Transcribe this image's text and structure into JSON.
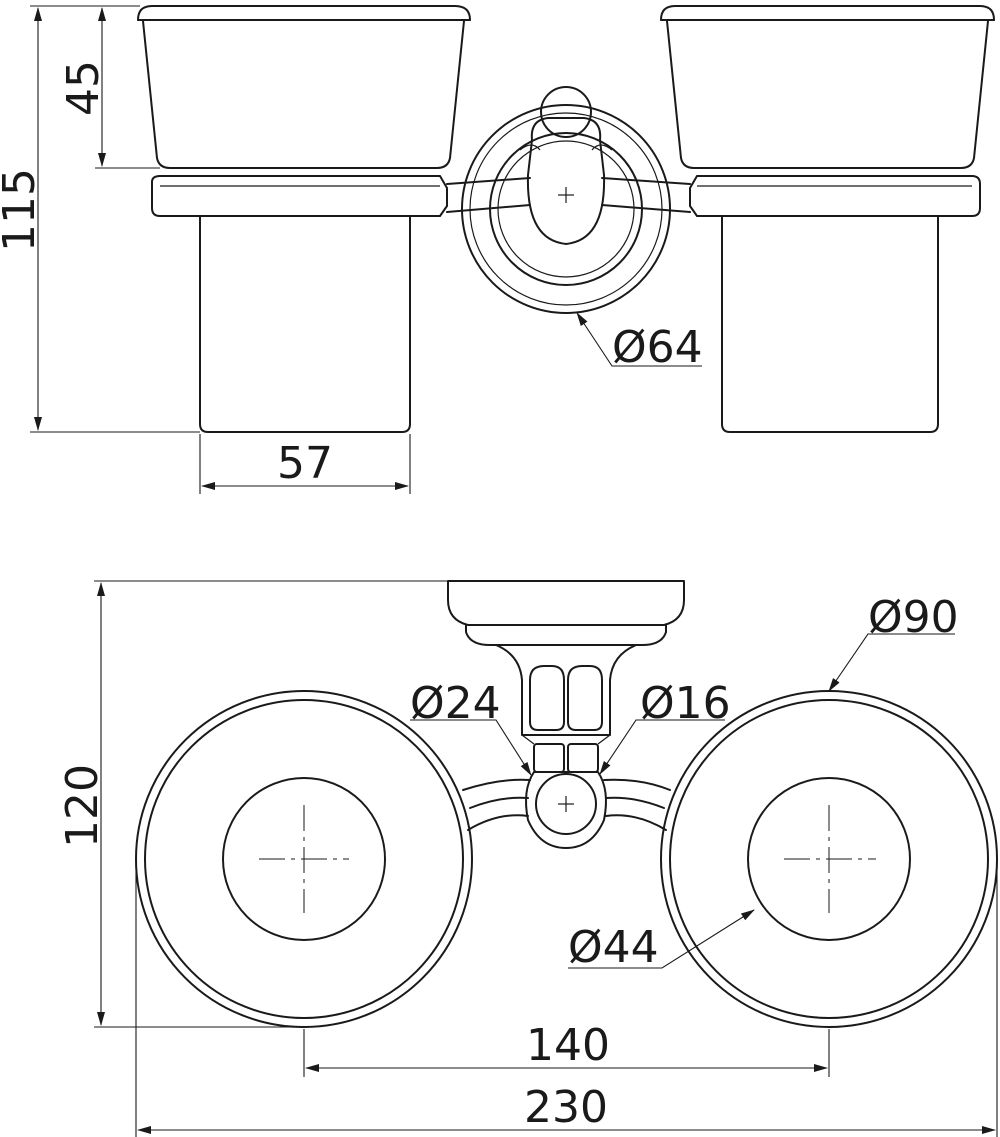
{
  "dimensions": {
    "cup_height": "45",
    "total_height": "115",
    "mount_diameter": "Ø64",
    "glass_width": "57",
    "depth": "120",
    "ring_diameter": "Ø90",
    "inner_diameter": "Ø44",
    "arm_diameter_a": "Ø24",
    "arm_diameter_b": "Ø16",
    "center_distance": "140",
    "total_width": "230"
  }
}
